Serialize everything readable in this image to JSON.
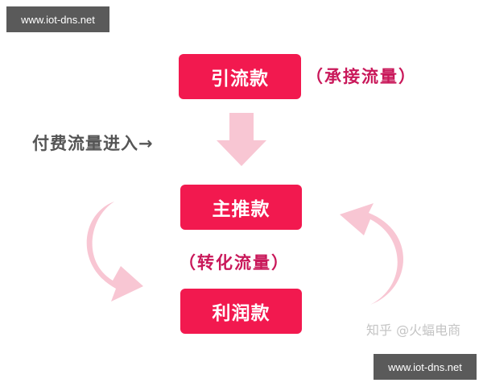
{
  "watermarks": {
    "top_left": "www.iot-dns.net",
    "bottom_right": "www.iot-dns.net"
  },
  "diagram": {
    "boxes": [
      {
        "id": "traffic-product",
        "label": "引流款",
        "note": "（承接流量）"
      },
      {
        "id": "main-product",
        "label": "主推款",
        "note": "（转化流量）"
      },
      {
        "id": "profit-product",
        "label": "利润款"
      }
    ],
    "side_label": "付费流量进入→",
    "credit": "知乎 @火蝠电商",
    "colors": {
      "box": "#f2194f",
      "note_text": "#c9185a",
      "arrow": "#f8c6d3",
      "side_text": "#555555"
    }
  }
}
